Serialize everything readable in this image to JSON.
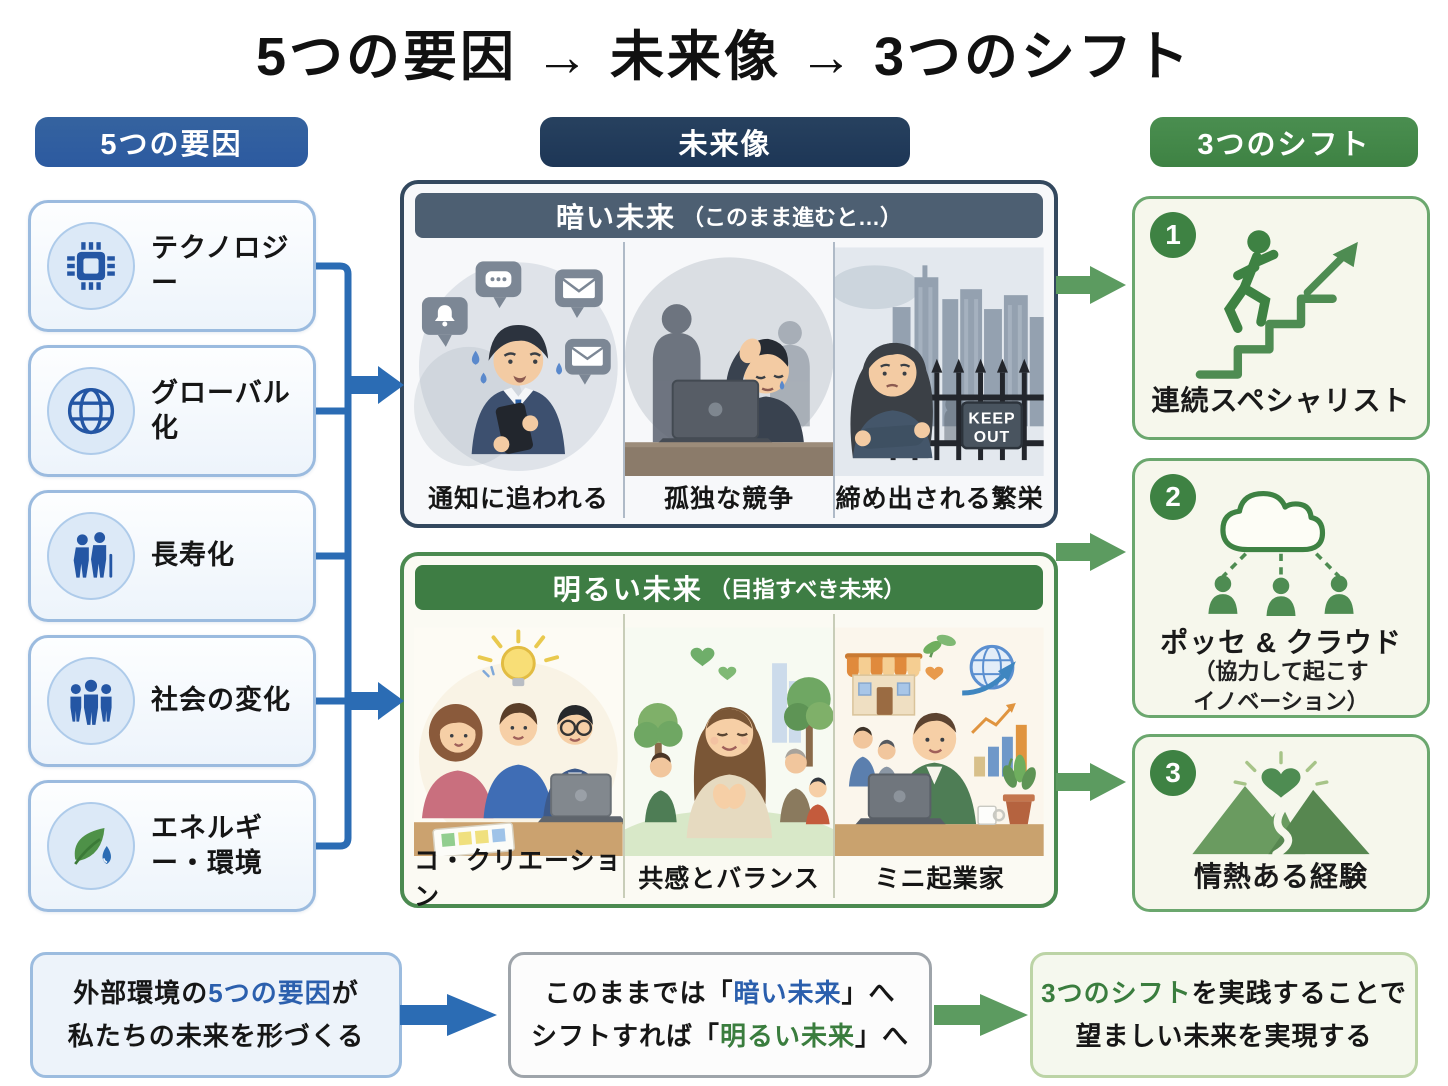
{
  "title": "5つの要因 → 未来像 → 3つのシフト",
  "colors": {
    "blue": "#2C5AA0",
    "blue-line": "#2B6CB4",
    "navy": "#1D3656",
    "dark-border": "#33485E",
    "dark-header": "#4D5F72",
    "green": "#3E8243",
    "green-mid": "#5C9B60",
    "card-border": "#6BA76E",
    "card-bg": "#F6F7EC",
    "hl-blue": "#2B5FAD",
    "hl-green": "#3A7D3E"
  },
  "factors": {
    "header": "5つの要因",
    "items": [
      {
        "label": "テクノロジー",
        "icon": "chip-icon"
      },
      {
        "label": "グローバル化",
        "icon": "globe-icon"
      },
      {
        "label": "長寿化",
        "icon": "elderly-couple-icon"
      },
      {
        "label": "社会の変化",
        "icon": "people-icon"
      },
      {
        "label": "エネルギー・環境",
        "icon": "leaf-waterdrop-icon"
      }
    ]
  },
  "future": {
    "header": "未来像",
    "dark": {
      "title": "暗い未来",
      "subtitle": "（このまま進むと…）",
      "scenes": [
        {
          "caption": "通知に追われる"
        },
        {
          "caption": "孤独な競争"
        },
        {
          "caption": "締め出される繁栄",
          "sign": [
            "KEEP",
            "OUT"
          ]
        }
      ]
    },
    "bright": {
      "title": "明るい未来",
      "subtitle": "（目指すべき未来）",
      "scenes": [
        {
          "caption": "コ・クリエーション"
        },
        {
          "caption": "共感とバランス"
        },
        {
          "caption": "ミニ起業家"
        }
      ]
    }
  },
  "shifts": {
    "header": "3つのシフト",
    "cards": [
      {
        "number": "1",
        "label": "連続スペシャリスト",
        "icon": "stairs-growth-icon"
      },
      {
        "number": "2",
        "label": "ポッセ & クラウド",
        "sublines": [
          "（協力して起こす",
          "イノベーション）"
        ],
        "icon": "cloud-network-icon"
      },
      {
        "number": "3",
        "label": "情熱ある経験",
        "icon": "heart-mountains-icon"
      }
    ]
  },
  "summary": {
    "boxes": [
      {
        "line1_prefix": "外部環境の",
        "line1_highlight": "5つの要因",
        "line1_suffix": "が",
        "line2": "私たちの未来を形づくる"
      },
      {
        "line1_prefix": "このままでは「",
        "line1_highlight": "暗い未来",
        "line1_suffix": "」へ",
        "line2_prefix": "シフトすれば「",
        "line2_highlight": "明るい未来",
        "line2_suffix": "」へ"
      },
      {
        "line1_highlight": "3つのシフト",
        "line1_suffix": "を実践することで",
        "line2": "望ましい未来を実現する"
      }
    ]
  }
}
